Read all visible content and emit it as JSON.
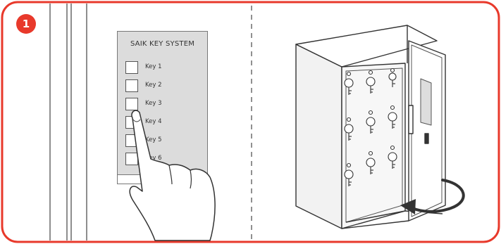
{
  "step": {
    "number": "1"
  },
  "panel": {
    "title": "SAIK KEY SYSTEM",
    "keys": [
      "Key 1",
      "Key 2",
      "Key 3",
      "Key 4",
      "Key 5",
      "Key 6"
    ]
  },
  "colors": {
    "accent": "#e8392b",
    "panel_fill": "#dcdcdc",
    "line": "#333333",
    "cabinet_fill": "#f2f2f2"
  },
  "icons": {
    "step_badge": "numbered-circle",
    "hand": "pointing-hand-icon",
    "arrow": "curved-arrow-icon",
    "key": "key-icon"
  }
}
